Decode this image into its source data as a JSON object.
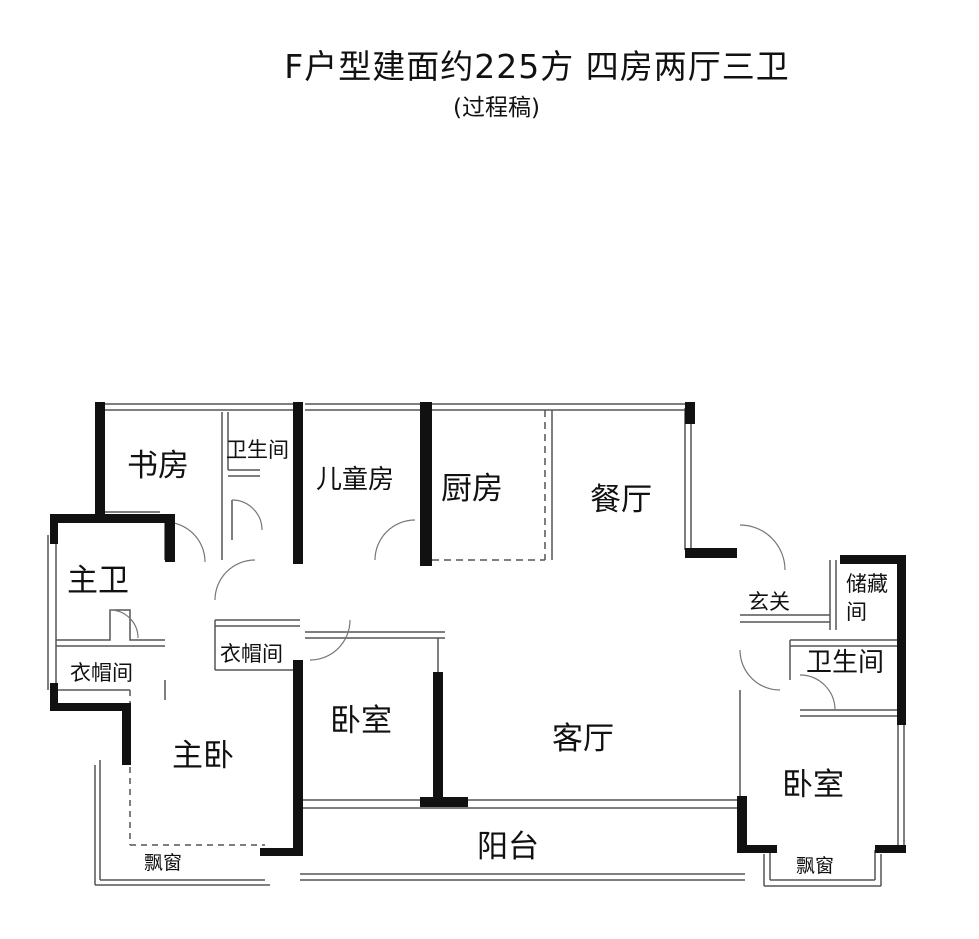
{
  "title": "F户型建面约225方  四房两厅三卫",
  "subtitle": "(过程稿)",
  "rooms": {
    "study": "书房",
    "bath_top": "卫生间",
    "kids_room": "儿童房",
    "kitchen": "厨房",
    "dining": "餐厅",
    "master_bath": "主卫",
    "closet_left": "衣帽间",
    "closet_mid": "衣帽间",
    "master_bedroom": "主卧",
    "bedroom_mid": "卧室",
    "living_room": "客厅",
    "balcony": "阳台",
    "bay_window_left": "飘窗",
    "foyer": "玄关",
    "storage_1": "储藏",
    "storage_2": "间",
    "bath_right": "卫生间",
    "bedroom_right": "卧室",
    "bay_window_right": "飘窗"
  }
}
